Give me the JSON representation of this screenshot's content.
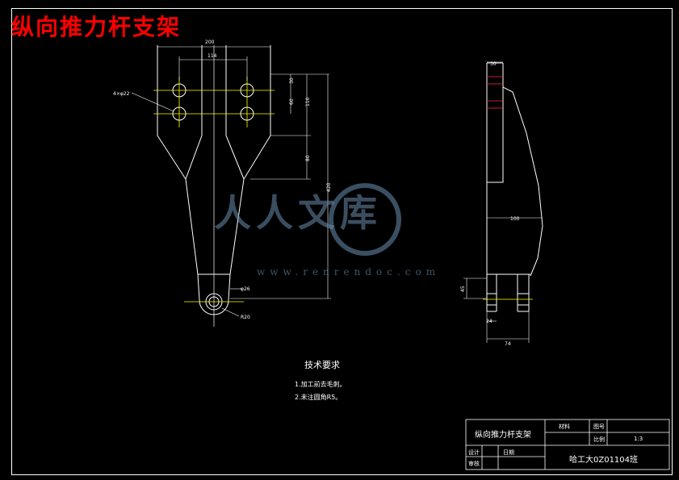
{
  "title": "纵向推力杆支架",
  "watermark": {
    "text": "人人文库",
    "url": "www.renrendoc.com"
  },
  "dimensions": {
    "top_width": "200",
    "hole_spacing_h": "114",
    "holes_label": "4×φ22",
    "v30": "30",
    "v60": "60",
    "v110": "110",
    "v80": "80",
    "v420": "420",
    "phi26": "φ26",
    "r20": "R20",
    "side_top": "30",
    "side_100": "100",
    "side_45": "45",
    "side_24": "24",
    "side_74": "74"
  },
  "tech_requirements": {
    "heading": "技术要求",
    "items": [
      "1.加工前去毛刺。",
      "2.未注圆角R5。"
    ]
  },
  "title_block": {
    "part_name": "纵向推力杆支架",
    "material_label": "材料",
    "drawing_no_label": "图号",
    "scale_label": "比例",
    "scale_value": "1:3",
    "designer_label": "设计",
    "date_label": "日期",
    "checker_label": "审核",
    "school": "哈工大0Z01104班"
  }
}
